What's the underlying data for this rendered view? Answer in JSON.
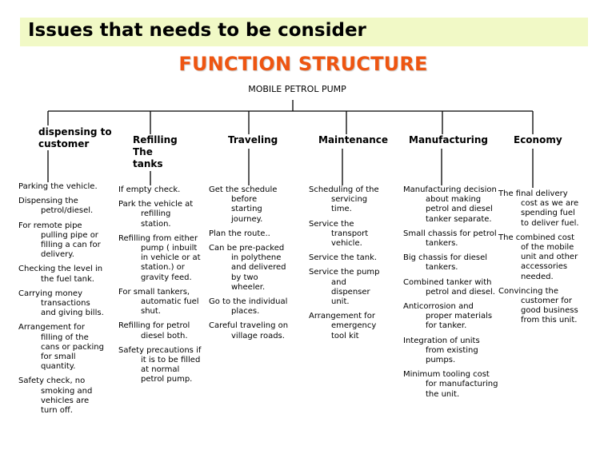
{
  "header": {
    "text": "Issues that needs to be consider"
  },
  "title": "FUNCTION STRUCTURE",
  "root": "MOBILE PETROL PUMP",
  "colors": {
    "title": "#ee5511",
    "header_bg": "#f1f9c6"
  },
  "branches": [
    {
      "label": "dispensing to customer",
      "items": [
        "Parking the vehicle.",
        "Dispensing the petrol/diesel.",
        "For remote pipe pulling pipe or filling a can for delivery.",
        "Checking the level in the fuel tank.",
        "Carrying money transactions and giving bills.",
        "Arrangement for filling of the cans or packing for small quantity.",
        "Safety check, no smoking and vehicles are turn off."
      ]
    },
    {
      "label": "Refilling The tanks",
      "items": [
        "If empty check.",
        "Park the vehicle at refilling station.",
        "Refilling from either pump ( inbuilt in vehicle or at station.) or gravity feed.",
        "For small tankers, automatic fuel shut.",
        "Refilling for petrol diesel both.",
        "Safety precautions if it is to be filled at normal petrol pump."
      ]
    },
    {
      "label": "Traveling",
      "items": [
        "Get the schedule before starting journey.",
        "Plan the route..",
        "Can be pre-packed in polythene and delivered by two wheeler.",
        "Go to the individual places.",
        "Careful traveling on village roads."
      ]
    },
    {
      "label": "Maintenance",
      "items": [
        "Scheduling of the servicing time.",
        "Service the transport vehicle.",
        "Service the tank.",
        "Service the pump and dispenser unit.",
        "Arrangement for emergency tool kit"
      ]
    },
    {
      "label": "Manufacturing",
      "items": [
        "Manufacturing decision about making petrol and diesel tanker separate.",
        "Small chassis for petrol tankers.",
        "Big chassis for diesel tankers.",
        "Combined tanker with petrol and diesel.",
        "Anticorrosion and proper materials for tanker.",
        "Integration of units from existing pumps.",
        "Minimum tooling cost for manufacturing the unit."
      ]
    },
    {
      "label": "Economy",
      "items": [
        "The final delivery cost as we are spending fuel to deliver fuel.",
        "The combined cost of the mobile unit and other accessories needed.",
        "Convincing the customer for good business from this unit."
      ]
    }
  ]
}
